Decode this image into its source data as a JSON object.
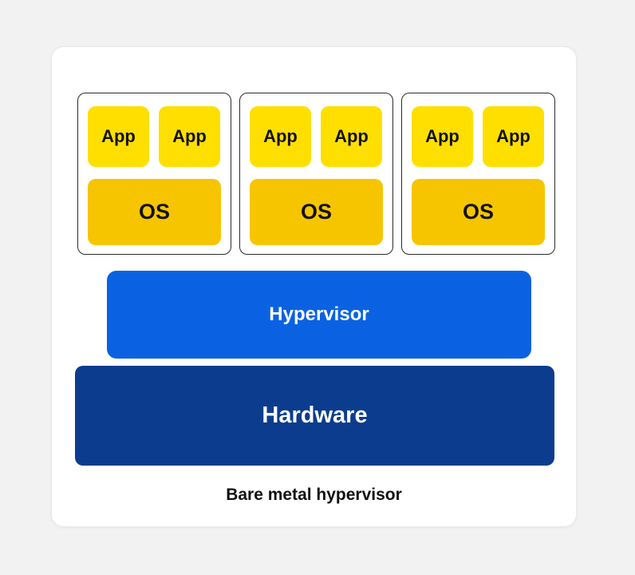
{
  "diagram": {
    "vms": [
      {
        "apps": [
          "App",
          "App"
        ],
        "os": "OS"
      },
      {
        "apps": [
          "App",
          "App"
        ],
        "os": "OS"
      },
      {
        "apps": [
          "App",
          "App"
        ],
        "os": "OS"
      }
    ],
    "hypervisor_label": "Hypervisor",
    "hardware_label": "Hardware",
    "caption": "Bare metal hypervisor",
    "colors": {
      "app": "#ffdf00",
      "os": "#f6c500",
      "hypervisor": "#0a62e3",
      "hardware": "#0c3c8e",
      "page_background": "#f2f2f2",
      "card_background": "#ffffff",
      "vm_border": "#2b2b2b"
    }
  }
}
